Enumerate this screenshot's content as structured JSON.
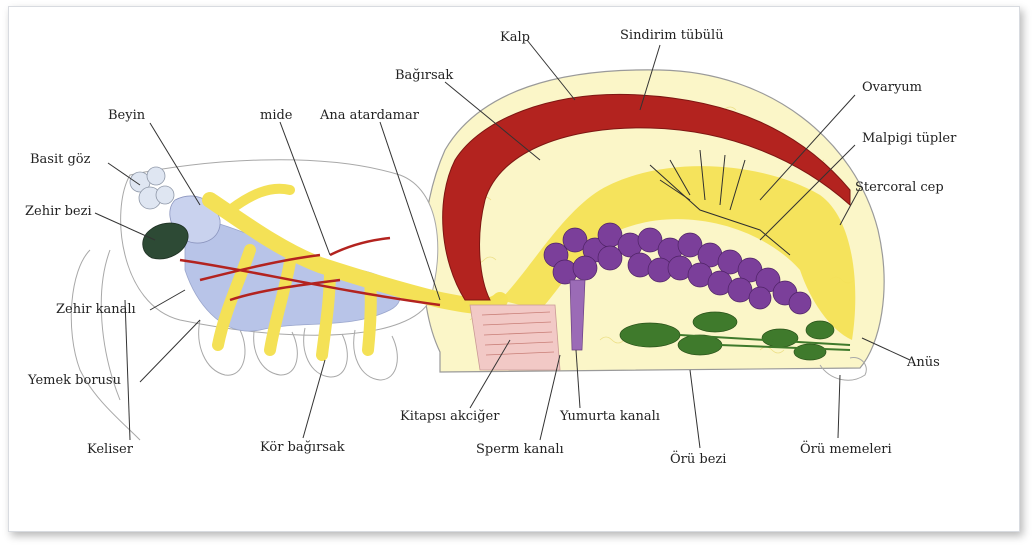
{
  "labels": {
    "kalp": "Kalp",
    "sindirim_tubulu": "Sindirim tübülü",
    "bagirsak_top": "Bağırsak",
    "ovaryum": "Ovaryum",
    "beyin": "Beyin",
    "mide": "mide",
    "ana_atardamar": "Ana atardamar",
    "malpigi": "Malpigi tüpler",
    "basit_goz": "Basit göz",
    "stercoral": "Stercoral cep",
    "zehir_bezi": "Zehir bezi",
    "zehir_kanali": "Zehir kanalı",
    "yemek_borusu": "Yemek borusu",
    "anus": "Anüs",
    "keliser": "Keliser",
    "kor_bagirsak": "Kör bağırsak",
    "kitapsi_akciger": "Kitapsı akciğer",
    "yumurta_kanali": "Yumurta kanalı",
    "sperm_kanali": "Sperm kanalı",
    "oru_bezi": "Örü bezi",
    "oru_memeleri": "Örü memeleri"
  },
  "colors": {
    "heart": "#b3231f",
    "gut": "#f4e156",
    "ovary": "#7b3f9a",
    "caeca": "#b8c4e8",
    "silk_gland": "#3f7a2c",
    "book_lung": "#f2c9c6",
    "fat_body": "#fbf6c8"
  }
}
